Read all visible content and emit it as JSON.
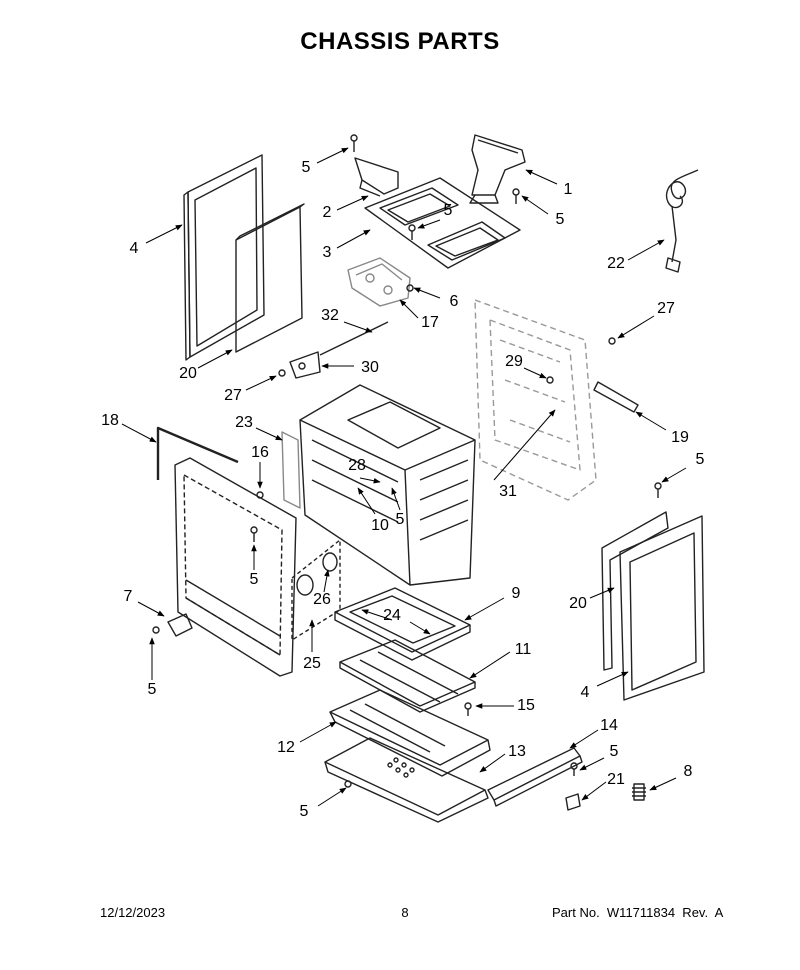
{
  "title": "CHASSIS PARTS",
  "footer": {
    "date": "12/12/2023",
    "page": "8",
    "part_number": "Part No.  W11711834  Rev.  A"
  },
  "callouts": [
    {
      "id": "c1",
      "label": "1"
    },
    {
      "id": "c2",
      "label": "2"
    },
    {
      "id": "c3",
      "label": "3"
    },
    {
      "id": "c4a",
      "label": "4"
    },
    {
      "id": "c4b",
      "label": "4"
    },
    {
      "id": "c5a",
      "label": "5"
    },
    {
      "id": "c5b",
      "label": "5"
    },
    {
      "id": "c5c",
      "label": "5"
    },
    {
      "id": "c5d",
      "label": "5"
    },
    {
      "id": "c5e",
      "label": "5"
    },
    {
      "id": "c5f",
      "label": "5"
    },
    {
      "id": "c5g",
      "label": "5"
    },
    {
      "id": "c5h",
      "label": "5"
    },
    {
      "id": "c5i",
      "label": "5"
    },
    {
      "id": "c6",
      "label": "6"
    },
    {
      "id": "c7",
      "label": "7"
    },
    {
      "id": "c8",
      "label": "8"
    },
    {
      "id": "c9",
      "label": "9"
    },
    {
      "id": "c10",
      "label": "10"
    },
    {
      "id": "c11",
      "label": "11"
    },
    {
      "id": "c12",
      "label": "12"
    },
    {
      "id": "c13",
      "label": "13"
    },
    {
      "id": "c14",
      "label": "14"
    },
    {
      "id": "c15",
      "label": "15"
    },
    {
      "id": "c16",
      "label": "16"
    },
    {
      "id": "c17",
      "label": "17"
    },
    {
      "id": "c18",
      "label": "18"
    },
    {
      "id": "c19",
      "label": "19"
    },
    {
      "id": "c20a",
      "label": "20"
    },
    {
      "id": "c20b",
      "label": "20"
    },
    {
      "id": "c21",
      "label": "21"
    },
    {
      "id": "c22",
      "label": "22"
    },
    {
      "id": "c23",
      "label": "23"
    },
    {
      "id": "c24",
      "label": "24"
    },
    {
      "id": "c25",
      "label": "25"
    },
    {
      "id": "c26",
      "label": "26"
    },
    {
      "id": "c27a",
      "label": "27"
    },
    {
      "id": "c27b",
      "label": "27"
    },
    {
      "id": "c28",
      "label": "28"
    },
    {
      "id": "c29",
      "label": "29"
    },
    {
      "id": "c30",
      "label": "30"
    },
    {
      "id": "c31",
      "label": "31"
    },
    {
      "id": "c32",
      "label": "32"
    }
  ]
}
